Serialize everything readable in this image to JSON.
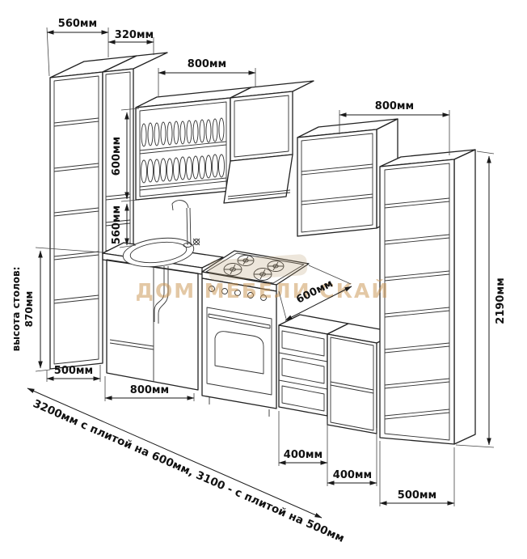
{
  "watermark": {
    "text": "ДОМ МЕБЕЛИ СКАЙ"
  },
  "dims": {
    "left_depth": "560мм",
    "upper_depth": "320мм",
    "dish_width": "800мм",
    "shelf_width": "800мм",
    "dish_height": "600мм",
    "gap_height": "560мм",
    "table_height_label": "высота столов:",
    "table_height": "870мм",
    "left_width": "500мм",
    "sink_width": "800мм",
    "stove_depth": "600мм",
    "total_height": "2190мм",
    "drawer_width": "400мм",
    "base_width": "400мм",
    "right_width": "500мм",
    "total_note": "3200мм с плитой на 600мм, 3100 - с плитой на 500мм"
  }
}
